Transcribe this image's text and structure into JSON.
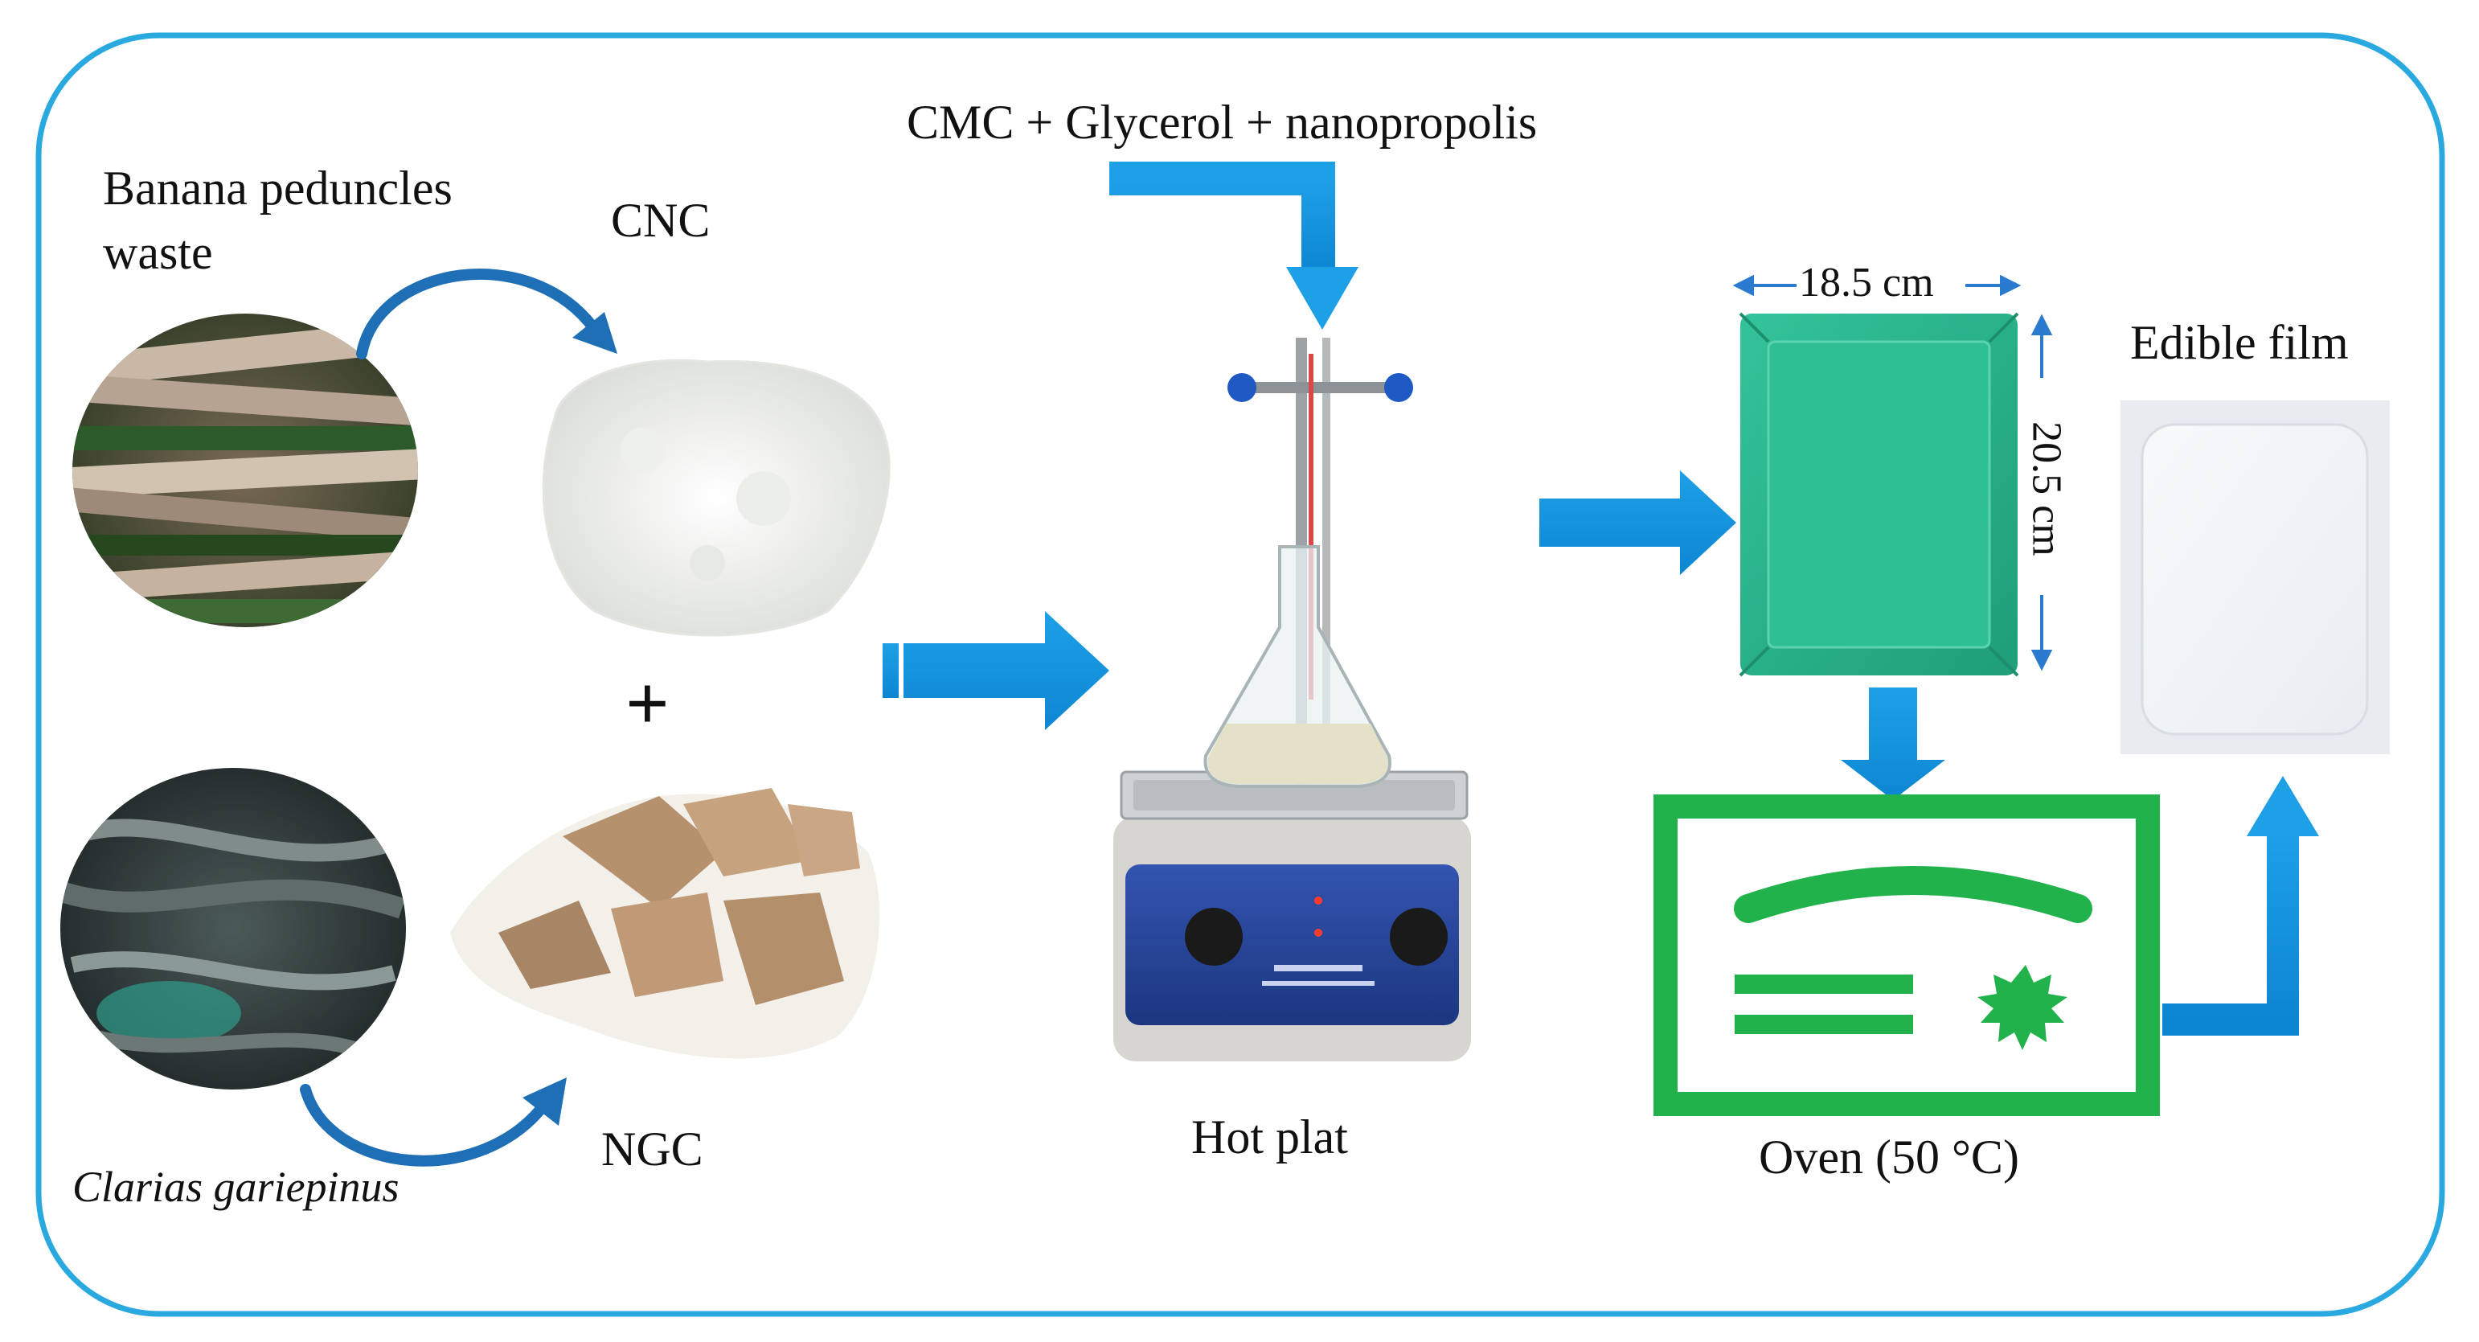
{
  "labels": {
    "source_banana_line1": "Banana peduncles",
    "source_banana_line2": "waste",
    "cnc": "CNC",
    "plus": "+",
    "source_fish": "Clarias gariepinus",
    "ngc": "NGC",
    "additives": "CMC + Glycerol + nanopropolis",
    "hot_plate": "Hot plat",
    "tray_width": "18.5 cm",
    "tray_height": "20.5 cm",
    "oven": "Oven (50 °C)",
    "edible_film": "Edible film"
  },
  "colors": {
    "frame": "#29a9e0",
    "arrow": "#1ea0e6",
    "curve_arrow": "#1e6fb5",
    "dimension": "#2a7bd0",
    "tray": "#2fb88f",
    "oven": "#22b24c",
    "film_bg": "#e8ecf0",
    "hotplate_base": "#27479e"
  },
  "icons": {
    "banana": "banana-peduncles-photo",
    "cnc": "white-powder-pile",
    "fish": "catfish-photo",
    "ngc": "gelatin-flakes-pile",
    "hotplate": "magnetic-stirrer-hotplate",
    "tray": "green-casting-tray",
    "oven": "oven-icon",
    "film": "edible-film-sheet"
  }
}
